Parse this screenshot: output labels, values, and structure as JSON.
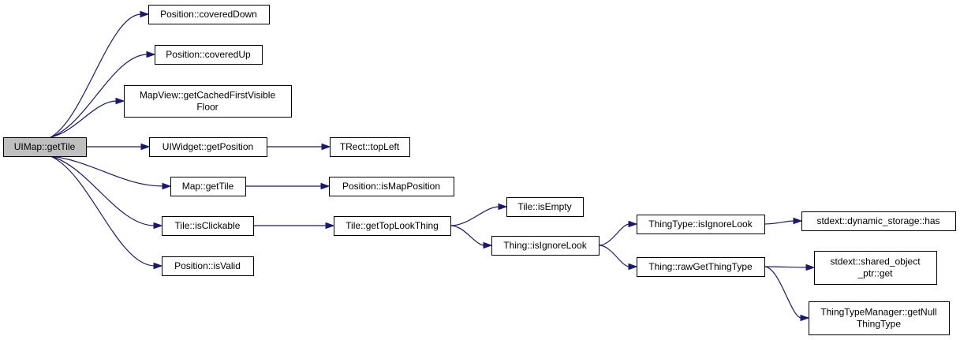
{
  "colors": {
    "root_fill": "#bfbfbf",
    "node_fill": "#ffffff",
    "border": "#000000",
    "edge": "#191970"
  },
  "nodes": {
    "uimap_gettile": [
      "UIMap::getTile"
    ],
    "position_covereddown": [
      "Position::coveredDown"
    ],
    "position_coveredup": [
      "Position::coveredUp"
    ],
    "mapview_getcached": [
      "MapView::getCachedFirstVisible",
      "Floor"
    ],
    "uiwidget_getposition": [
      "UIWidget::getPosition"
    ],
    "trect_topleft": [
      "TRect::topLeft"
    ],
    "map_gettile": [
      "Map::getTile"
    ],
    "position_ismapposition": [
      "Position::isMapPosition"
    ],
    "tile_isclickable": [
      "Tile::isClickable"
    ],
    "tile_gettoplookthing": [
      "Tile::getTopLookThing"
    ],
    "tile_isempty": [
      "Tile::isEmpty"
    ],
    "thing_isignorelook": [
      "Thing::isIgnoreLook"
    ],
    "thingtype_isignorelook": [
      "ThingType::isIgnoreLook"
    ],
    "stdext_dynamic_storage_has": [
      "stdext::dynamic_storage::has"
    ],
    "thing_rawgetthingtype": [
      "Thing::rawGetThingType"
    ],
    "stdext_shared_object_ptr_get": [
      "stdext::shared_object",
      "_ptr::get"
    ],
    "thingtypemanager_getnullthingtype": [
      "ThingTypeManager::getNull",
      "ThingType"
    ],
    "position_isvalid": [
      "Position::isValid"
    ]
  },
  "edges": [
    [
      "uimap_gettile",
      "position_covereddown"
    ],
    [
      "uimap_gettile",
      "position_coveredup"
    ],
    [
      "uimap_gettile",
      "mapview_getcached"
    ],
    [
      "uimap_gettile",
      "uiwidget_getposition"
    ],
    [
      "uimap_gettile",
      "map_gettile"
    ],
    [
      "uimap_gettile",
      "tile_isclickable"
    ],
    [
      "uimap_gettile",
      "position_isvalid"
    ],
    [
      "uiwidget_getposition",
      "trect_topleft"
    ],
    [
      "map_gettile",
      "position_ismapposition"
    ],
    [
      "tile_isclickable",
      "tile_gettoplookthing"
    ],
    [
      "tile_gettoplookthing",
      "tile_isempty"
    ],
    [
      "tile_gettoplookthing",
      "thing_isignorelook"
    ],
    [
      "thing_isignorelook",
      "thingtype_isignorelook"
    ],
    [
      "thing_isignorelook",
      "thing_rawgetthingtype"
    ],
    [
      "thingtype_isignorelook",
      "stdext_dynamic_storage_has"
    ],
    [
      "thing_rawgetthingtype",
      "stdext_shared_object_ptr_get"
    ],
    [
      "thing_rawgetthingtype",
      "thingtypemanager_getnullthingtype"
    ]
  ]
}
